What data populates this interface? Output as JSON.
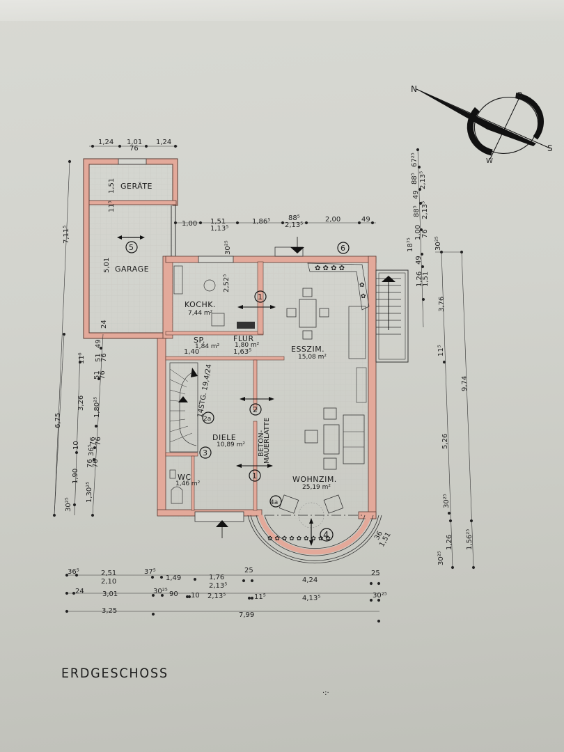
{
  "drawing": {
    "title": "ERDGESCHOSS",
    "wall_color": "#e3a99a",
    "line_color": "#2a2a2a",
    "paper_color": "#d4d5cf"
  },
  "compass": {
    "north": "N",
    "east": "O",
    "south": "S",
    "west": "W"
  },
  "rooms": {
    "geraete": {
      "name": "GERÄTE"
    },
    "garage": {
      "name": "GARAGE",
      "marker": "5",
      "dim": "5,01"
    },
    "kochk": {
      "name": "KOCHK.",
      "area": "7,44 m²"
    },
    "sp": {
      "name": "SP.",
      "area": "1,84 m²",
      "dim": "1,40"
    },
    "flur": {
      "name": "FLUR",
      "area": "1,80 m²",
      "dim": "1,63⁵"
    },
    "esszim": {
      "name": "ESSZIM.",
      "area": "15,08 m²"
    },
    "diele": {
      "name": "DIELE",
      "area": "10,89 m²"
    },
    "wc": {
      "name": "WC",
      "area": "1,46 m²"
    },
    "wohnzim": {
      "name": "WOHNZIM.",
      "area": "25,19 m²"
    }
  },
  "markers": {
    "m1a": "1",
    "m1b": "1",
    "m2": "2",
    "m2a": "2a",
    "m3": "3",
    "m4": "4",
    "m4a": "4a",
    "m6": "6"
  },
  "annotations": {
    "stair": "14STG. 19,4/24",
    "beton": "BETON-",
    "mauerlatte": "MAUERLATTE",
    "kochk_height": "2,52⁵",
    "wall_30": "30²⁵",
    "bay_36": "36",
    "bay_151": "1,51"
  },
  "dimensions": {
    "top_garage": [
      "1,24",
      "1,01",
      "76",
      "1,24"
    ],
    "top_house_row1": [
      "1,00",
      "1,51",
      "1,86⁵",
      "88⁵",
      "2,00",
      "49"
    ],
    "top_house_row2": [
      "1,13⁵",
      "2,13⁵"
    ],
    "left_outer": [
      "7,11⁵",
      "6,75"
    ],
    "left_garage": [
      "1,51",
      "11⁵",
      "24"
    ],
    "left_mid": [
      "11⁵",
      "3,26",
      "10",
      "1,90",
      "30²⁵"
    ],
    "left_inner": [
      "51",
      "76",
      "49",
      "51",
      "76",
      "1,80²⁵",
      "76",
      "36⁵",
      "76",
      "76",
      "76",
      "1,30²⁵"
    ],
    "right_top": [
      "67²⁵",
      "88⁵",
      "2,13⁵",
      "49",
      "88⁵",
      "2,13⁵",
      "1,00",
      "76",
      "49",
      "1,26",
      "1,51",
      "18⁷⁵",
      "30²⁵",
      "3,76"
    ],
    "right_lower": [
      "11⁵",
      "9,74",
      "5,26",
      "30²⁵",
      "1,26",
      "30²⁵",
      "1,56²⁵"
    ],
    "bottom_row1": [
      "36⁵",
      "2,51",
      "2,10",
      "37⁵",
      "1,49",
      "1,76",
      "2,13⁵",
      "25",
      "4,24",
      "25"
    ],
    "bottom_row2": [
      "24",
      "3,01",
      "30²⁵",
      "90",
      "10",
      "2,13⁵",
      "11⁵",
      "4,13⁵",
      "30²⁵"
    ],
    "bottom_row3": [
      "3,25",
      "7,99"
    ]
  }
}
